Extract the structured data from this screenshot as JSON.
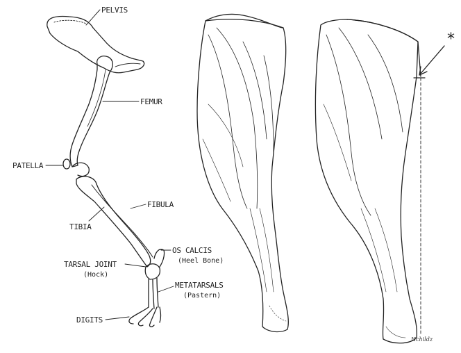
{
  "labels": {
    "pelvis": "PELVIS",
    "femur": "FEMUR",
    "patella": "PATELLA",
    "fibula": "FIBULA",
    "tibia": "TIBIA",
    "os_calcis": "OS CALCIS",
    "os_calcis_sub": "(Heel Bone)",
    "tarsal_joint": "TARSAL JOINT",
    "tarsal_joint_sub": "(Hock)",
    "metatarsals": "METATARSALS",
    "metatarsals_sub": "(Pastern)",
    "digits": "DIGITS"
  },
  "annotation_mark": "*",
  "signature": "Hchildz",
  "colors": {
    "ink": "#222222",
    "paper": "#ffffff"
  }
}
